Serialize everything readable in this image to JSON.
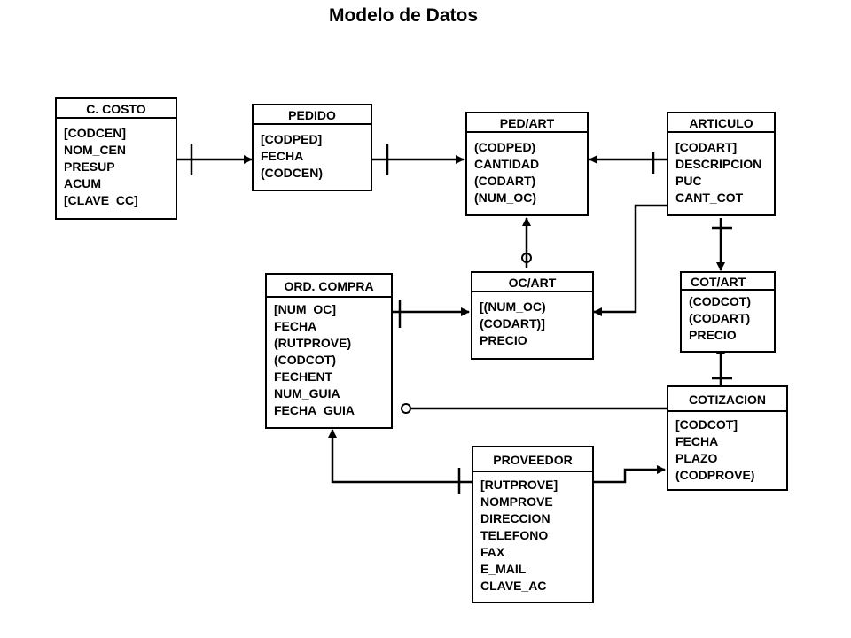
{
  "title": "Modelo de Datos",
  "entities": {
    "c_costo": {
      "name": "C.  COSTO",
      "fields": [
        "[CODCEN]",
        "NOM_CEN",
        "PRESUP",
        "ACUM",
        "[CLAVE_CC]"
      ]
    },
    "pedido": {
      "name": "PEDIDO",
      "fields": [
        "[CODPED]",
        "FECHA",
        "(CODCEN)"
      ]
    },
    "ped_art": {
      "name": "PED/ART",
      "fields": [
        "(CODPED)",
        "CANTIDAD",
        "(CODART)",
        "(NUM_OC)"
      ]
    },
    "articulo": {
      "name": "ARTICULO",
      "fields": [
        "[CODART]",
        "DESCRIPCION",
        "PUC",
        "CANT_COT"
      ]
    },
    "ord_compra": {
      "name": "ORD. COMPRA",
      "fields": [
        "[NUM_OC]",
        "FECHA",
        "(RUTPROVE)",
        "(CODCOT)",
        "FECHENT",
        "NUM_GUIA",
        "FECHA_GUIA"
      ]
    },
    "oc_art": {
      "name": "OC/ART",
      "fields": [
        "[(NUM_OC)",
        "(CODART)]",
        "PRECIO"
      ]
    },
    "cot_art": {
      "name": "COT/ART",
      "fields": [
        "(CODCOT)",
        "(CODART)",
        "PRECIO"
      ]
    },
    "cotizacion": {
      "name": "COTIZACION",
      "fields": [
        "[CODCOT]",
        "FECHA",
        "PLAZO",
        "(CODPROVE)"
      ]
    },
    "proveedor": {
      "name": "PROVEEDOR",
      "fields": [
        "[RUTPROVE]",
        "NOMPROVE",
        "DIRECCION",
        "TELEFONO",
        "FAX",
        "E_MAIL",
        "CLAVE_AC"
      ]
    }
  },
  "line_color": "#000000"
}
